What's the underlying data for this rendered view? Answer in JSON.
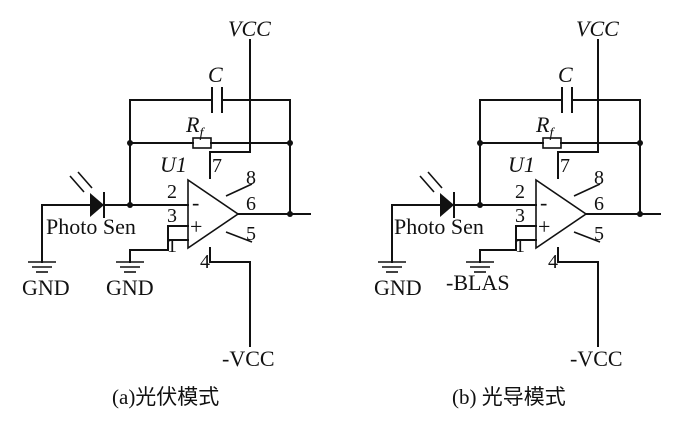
{
  "circuits": [
    {
      "vcc": "VCC",
      "neg_vcc": "-VCC",
      "capacitor": "C",
      "resistor": "R",
      "resistor_sub": "f",
      "opamp": "U1",
      "pins": {
        "p2": "2",
        "p3": "3",
        "p1": "1",
        "p8": "8",
        "p6": "6",
        "p5": "5",
        "p4": "4",
        "p7": "7"
      },
      "minus": "-",
      "plus": "+",
      "sensor": "Photo Sen",
      "ground_left": "GND",
      "ground_right": "GND",
      "caption": "(a)光伏模式"
    },
    {
      "vcc": "VCC",
      "neg_vcc": "-VCC",
      "capacitor": "C",
      "resistor": "R",
      "resistor_sub": "f",
      "opamp": "U1",
      "pins": {
        "p2": "2",
        "p3": "3",
        "p1": "1",
        "p8": "8",
        "p6": "6",
        "p5": "5",
        "p4": "4",
        "p7": "7"
      },
      "minus": "-",
      "plus": "+",
      "sensor": "Photo Sen",
      "ground_left": "GND",
      "ground_right": "-BLAS",
      "caption": "(b) 光导模式"
    }
  ]
}
